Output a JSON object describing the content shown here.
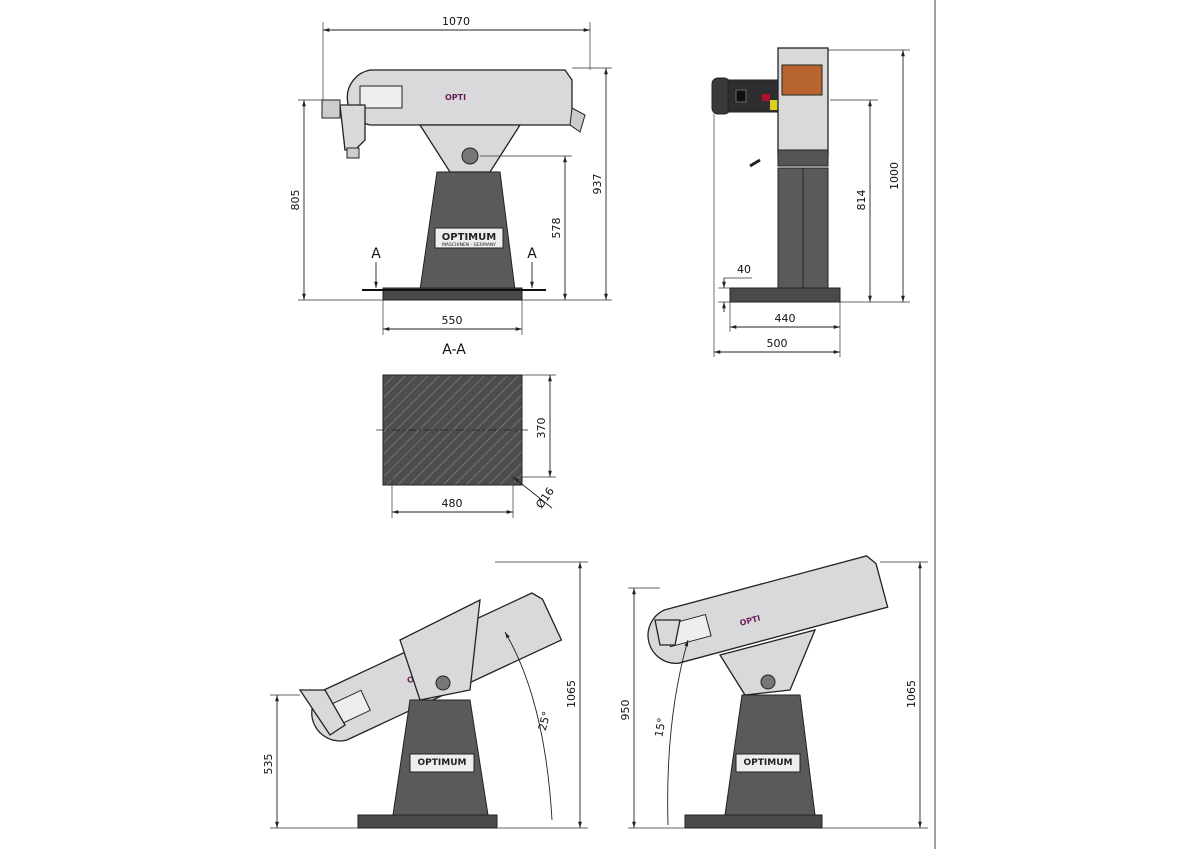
{
  "front_view": {
    "width_dim": "1070",
    "height_left_dim": "805",
    "height_total_dim": "937",
    "pivot_height_dim": "578",
    "base_width_dim": "550",
    "section_marker": "A",
    "brand_body": "OPTI",
    "brand_pedestal": "OPTIMUM",
    "brand_sub": "MASCHINEN · GERMANY"
  },
  "side_view": {
    "height_total_dim": "1000",
    "pivot_height_dim": "814",
    "base_thickness_dim": "40",
    "base_inner_dim": "440",
    "base_outer_dim": "500"
  },
  "section_view": {
    "title": "A-A",
    "depth_dim": "370",
    "width_dim": "480",
    "hole_dim": "Ø16"
  },
  "tilt_25_view": {
    "low_height_dim": "535",
    "max_height_dim": "1065",
    "angle": "25°"
  },
  "tilt_15_view": {
    "low_height_dim": "950",
    "max_height_dim": "1065",
    "angle": "15°"
  },
  "colors": {
    "body": "#d9d9db",
    "pedestal": "#5a5a5c",
    "belt": "#b8652f",
    "brand": "#6a1d5a"
  }
}
